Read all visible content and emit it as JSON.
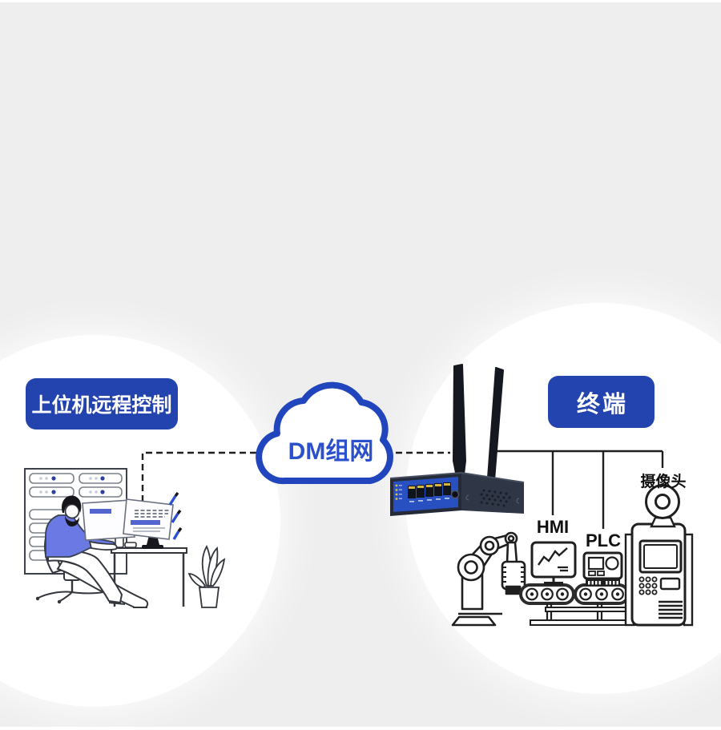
{
  "scene": {
    "type": "network-topology-infographic",
    "background_color": "#eeeeee"
  },
  "left_section": {
    "label": "上位机远程控制"
  },
  "cloud": {
    "label": "DM组网"
  },
  "right_section": {
    "label": "终端",
    "device_labels": {
      "hmi": "HMI",
      "plc": "PLC",
      "camera": "摄像头"
    }
  },
  "illustrations": {
    "left": "operator-workstation-illustration",
    "center": "cloud-icon",
    "router": "industrial-router-two-antennas",
    "right": [
      "robot-arm-icon",
      "hmi-monitor-icon",
      "plc-icon",
      "conveyor-icon",
      "cnc-machine-icon",
      "webcam-icon"
    ]
  },
  "colors": {
    "background": "#eeeeee",
    "circle": "#ffffff",
    "label_blue": "#2343ae",
    "cloud_blue": "#2145bd",
    "cloud_text": "#2b50cb",
    "shirt_blue": "#6b79e4",
    "line_art": "#1f1f1f",
    "router_body": "#242a38",
    "router_panel": "#2950c0"
  }
}
